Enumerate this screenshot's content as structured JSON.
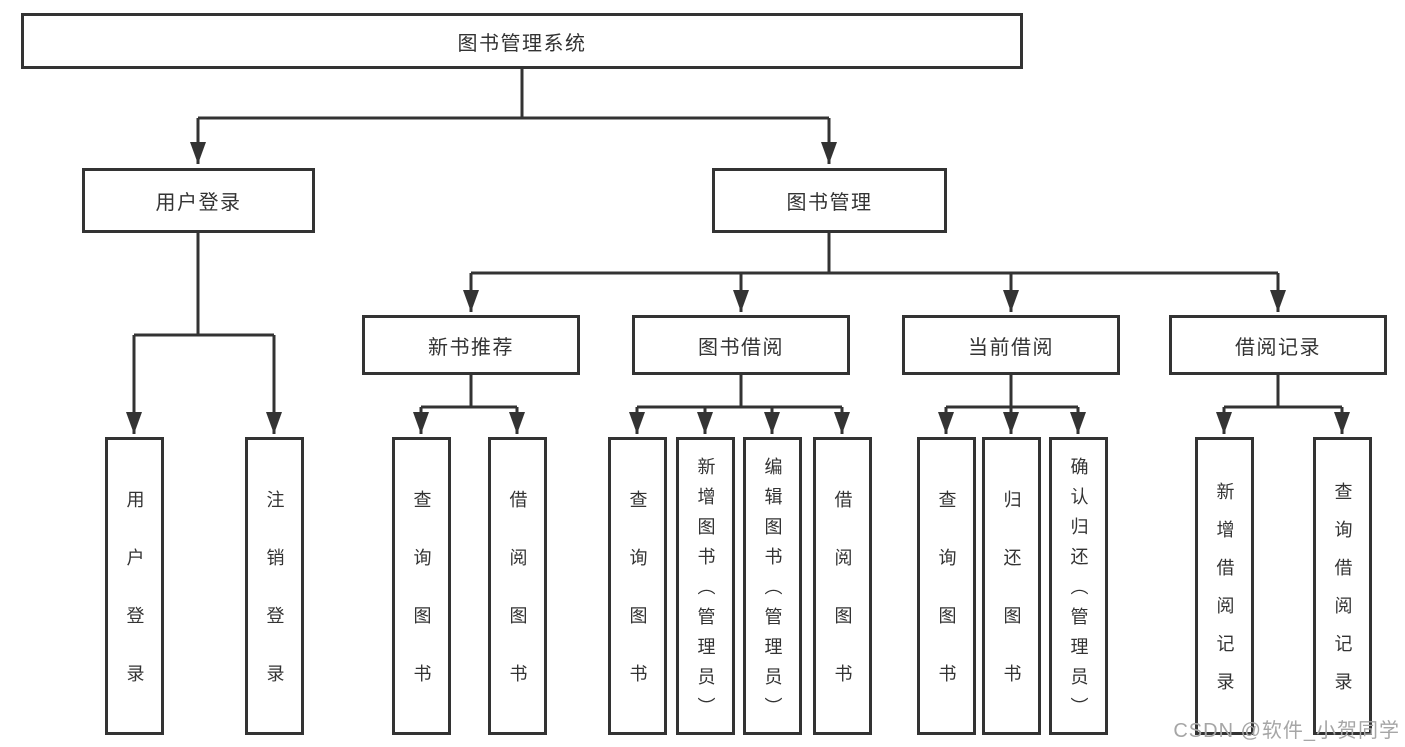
{
  "colors": {
    "line": "#333333",
    "text": "#333333",
    "background": "#ffffff",
    "watermark": "#a6a6a6"
  },
  "watermark": {
    "text": "CSDN @软件_小贺同学"
  },
  "tree": {
    "label": "图书管理系统",
    "children": [
      {
        "label": "用户登录",
        "children": [
          {
            "label": "用户登录"
          },
          {
            "label": "注销登录"
          }
        ]
      },
      {
        "label": "图书管理",
        "children": [
          {
            "label": "新书推荐",
            "children": [
              {
                "label": "查询图书"
              },
              {
                "label": "借阅图书"
              }
            ]
          },
          {
            "label": "图书借阅",
            "children": [
              {
                "label": "查询图书"
              },
              {
                "label": "新增图书（管理员）"
              },
              {
                "label": "编辑图书（管理员）"
              },
              {
                "label": "借阅图书"
              }
            ]
          },
          {
            "label": "当前借阅",
            "children": [
              {
                "label": "查询图书"
              },
              {
                "label": "归还图书"
              },
              {
                "label": "确认归还（管理员）"
              }
            ]
          },
          {
            "label": "借阅记录",
            "children": [
              {
                "label": "新增借阅记录"
              },
              {
                "label": "查询借阅记录"
              }
            ]
          }
        ]
      }
    ]
  }
}
